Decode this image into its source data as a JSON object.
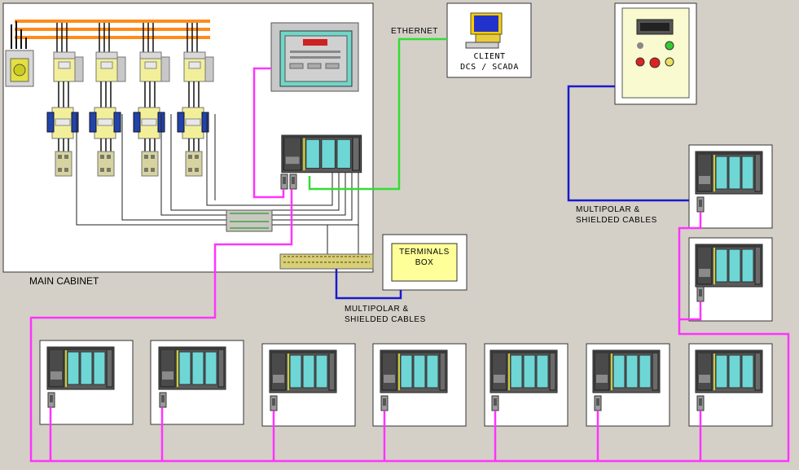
{
  "labels": {
    "main_cabinet": "MAIN CABINET",
    "ethernet": "ETHERNET",
    "client": "CLIENT\nDCS / SCADA",
    "terminals_box": "TERMINALS\nBOX",
    "cables_bottom": "MULTIPOLAR &\nSHIELDED CABLES",
    "cables_right": "MULTIPOLAR &\nSHIELDED CABLES"
  },
  "colors": {
    "background": "#d4d0c8",
    "profibus": "#ff33ff",
    "ethernet": "#33dd33",
    "signal_cable": "#1a1acc",
    "busbar": "#ff8c1a",
    "module_teal": "#6fd6d6",
    "terminals_fill": "#ffff99"
  }
}
